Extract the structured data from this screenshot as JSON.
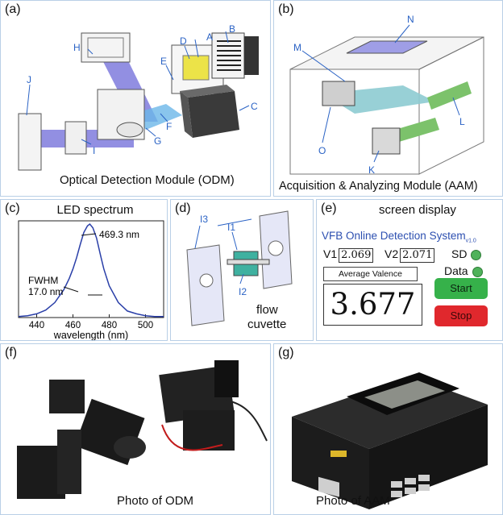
{
  "panels": {
    "a": {
      "label": "(a)",
      "caption": "Optical Detection Module (ODM)",
      "callouts": [
        "A",
        "B",
        "C",
        "D",
        "E",
        "F",
        "G",
        "H",
        "I",
        "J"
      ]
    },
    "b": {
      "label": "(b)",
      "caption": "Acquisition & Analyzing Module (AAM)",
      "callouts": [
        "K",
        "L",
        "M",
        "N",
        "O"
      ]
    },
    "c": {
      "label": "(c)",
      "title": "LED spectrum",
      "peak_label": "469.3 nm",
      "fwhm_label_1": "FWHM",
      "fwhm_label_2": "17.0 nm"
    },
    "d": {
      "label": "(d)",
      "callouts": [
        "I3",
        "I1",
        "I2"
      ],
      "caption_1": "flow",
      "caption_2": "cuvette"
    },
    "e": {
      "label": "(e)",
      "title": "screen display",
      "system_name": "VFB Online Detection System",
      "version": "v1.0",
      "v1_label": "V1",
      "v1_value": "2.069",
      "v2_label": "V2",
      "v2_value": "2.071",
      "sd_label": "SD",
      "data_label": "Data",
      "average_label": "Average Valence",
      "average_value": "3.677",
      "start_label": "Start",
      "stop_label": "Stop"
    },
    "f": {
      "label": "(f)",
      "caption": "Photo of ODM"
    },
    "g": {
      "label": "(g)",
      "caption": "Photo of AAM"
    }
  },
  "chart_data": {
    "type": "line",
    "title": "LED spectrum",
    "xlabel": "wavelength (nm)",
    "ylabel": "",
    "x_ticks": [
      "440",
      "460",
      "480",
      "500"
    ],
    "xlim": [
      430,
      510
    ],
    "peak": 469.3,
    "fwhm": 17.0,
    "series": [
      {
        "x": [
          430,
          435,
          440,
          445,
          450,
          455,
          458,
          460,
          462,
          464,
          466,
          468,
          469.3,
          471,
          473,
          475,
          477,
          480,
          485,
          490,
          495,
          500,
          505,
          510
        ],
        "values": [
          0.01,
          0.02,
          0.04,
          0.08,
          0.16,
          0.3,
          0.42,
          0.52,
          0.64,
          0.78,
          0.91,
          0.98,
          1.0,
          0.96,
          0.85,
          0.68,
          0.52,
          0.34,
          0.16,
          0.07,
          0.04,
          0.02,
          0.01,
          0.01
        ]
      }
    ],
    "color": "#2a3fa8"
  }
}
